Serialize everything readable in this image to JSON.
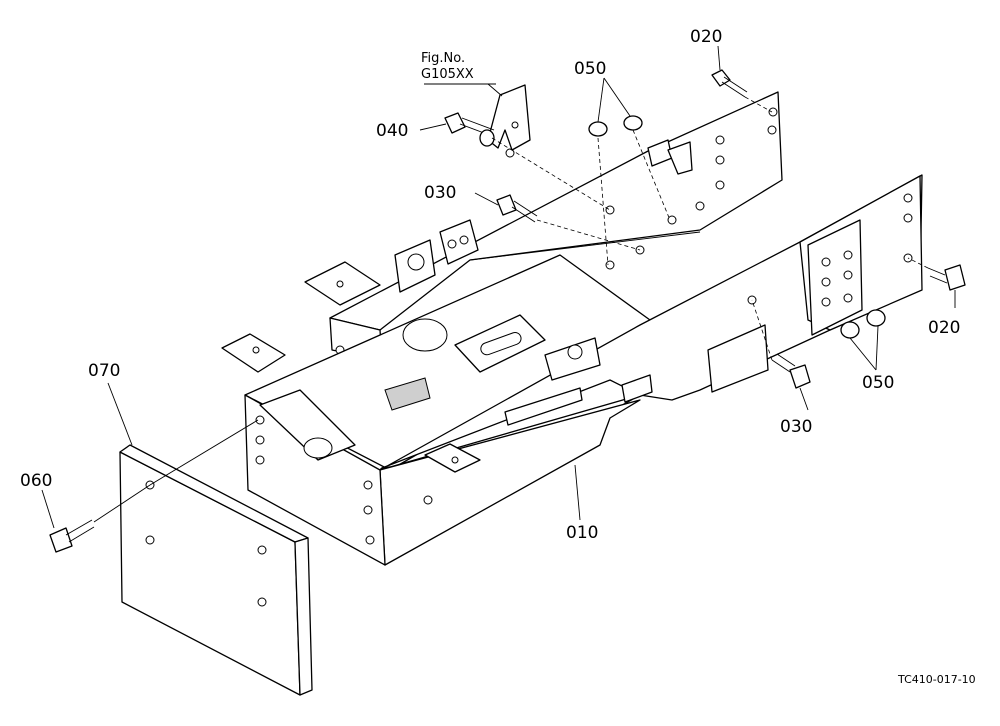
{
  "figure_reference": {
    "line1": "Fig.No.",
    "line2": "G105XX"
  },
  "drawing_code": "TC410-017-10",
  "callouts": {
    "020_top": "020",
    "020_right": "020",
    "050_top": "050",
    "050_right": "050",
    "040": "040",
    "030_left": "030",
    "030_right": "030",
    "070": "070",
    "060": "060",
    "010": "010"
  }
}
